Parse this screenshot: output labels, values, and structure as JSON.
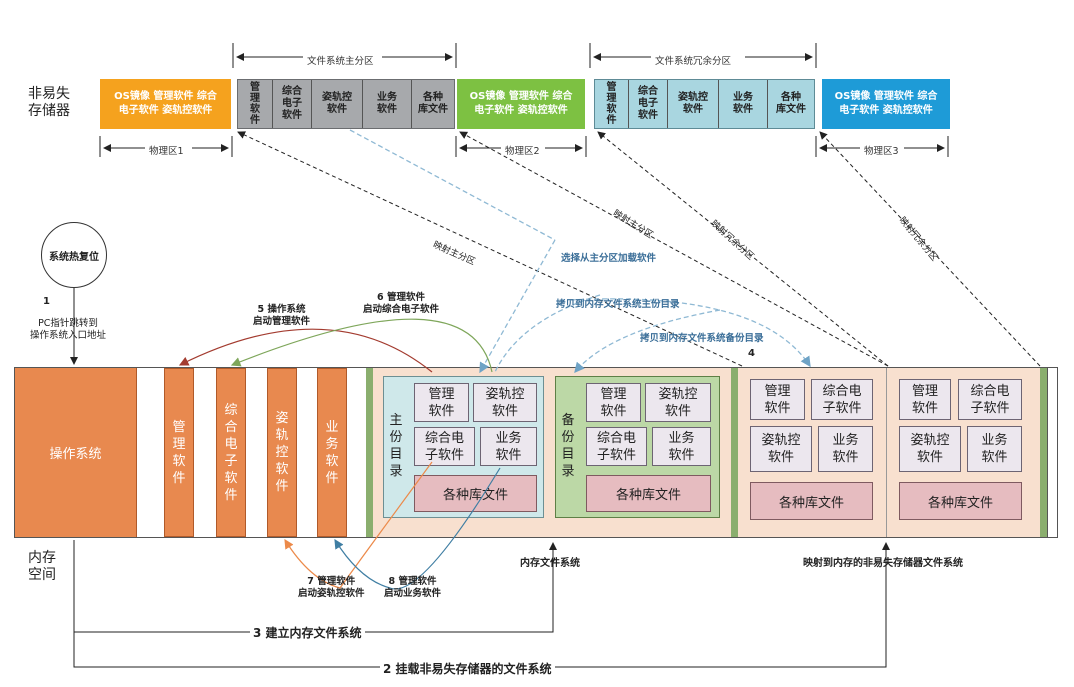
{
  "left_labels": {
    "nonvolatile": "非易失\n存储器",
    "memory": "内存\n空间"
  },
  "nv_storage": {
    "block": "OS镜像 管理软件 综合\n电子软件 姿轨控软件",
    "primary_partition_label": "文件系统主分区",
    "redundant_partition_label": "文件系统冗余分区",
    "segments": [
      "管\n理\n软\n件",
      "综合\n电子\n软件",
      "姿轨控\n软件",
      "业务\n软件",
      "各种\n库文件"
    ],
    "physical_1": "物理区1",
    "physical_2": "物理区2",
    "physical_3": "物理区3",
    "colors": {
      "block1": "#f5a21e",
      "block2": "#7dc142",
      "block3": "#1e9bd7",
      "primary_segments": "#a7a9ac",
      "redundant_segments": "#a9d6e0"
    }
  },
  "mapping_labels": {
    "map_primary_a": "映射主分区",
    "map_primary_b": "映射主分区",
    "map_redundant_a": "映射冗余分区",
    "map_redundant_b": "映射冗余分区",
    "select_primary": "选择从主分区加载软件",
    "copy_primary": "拷贝到内存文件系统主份目录",
    "copy_backup": "拷贝到内存文件系统备份目录",
    "step4": "4"
  },
  "reset_node": "系统热复位",
  "steps": {
    "s1_num": "1",
    "s1_text": "PC指针跳转到\n操作系统入口地址",
    "s5": "5 操作系统\n启动管理软件",
    "s6": "6 管理软件\n启动综合电子软件",
    "s7": "7 管理软件\n启动姿轨控软件",
    "s8": "8 管理软件\n启动业务软件",
    "s3": "3 建立内存文件系统",
    "s2": "2 挂载非易失存储器的文件系统"
  },
  "memory": {
    "os": "操作系统",
    "slots": [
      "管\n理\n软\n件",
      "综\n合\n电\n子\n软\n件",
      "姿\n轨\n控\n软\n件",
      "业\n务\n软\n件"
    ],
    "primary_dir": "主\n份\n目\n录",
    "backup_dir": "备\n份\n目\n录",
    "mgmt": "管理\n软件",
    "adcs": "姿轨控\n软件",
    "ie": "综合电\n子软件",
    "biz": "业务\n软件",
    "lib": "各种库文件",
    "memfs_label": "内存文件系统",
    "nvfs_label": "映射到内存的非易失存储器文件系统",
    "colors": {
      "orange": "#e8894f",
      "fs_bg": "#f8e0cf",
      "green_strip": "#8aae6e",
      "primary_dir_bg": "#cfe8ea",
      "backup_dir_bg": "#bcd8a6"
    }
  }
}
